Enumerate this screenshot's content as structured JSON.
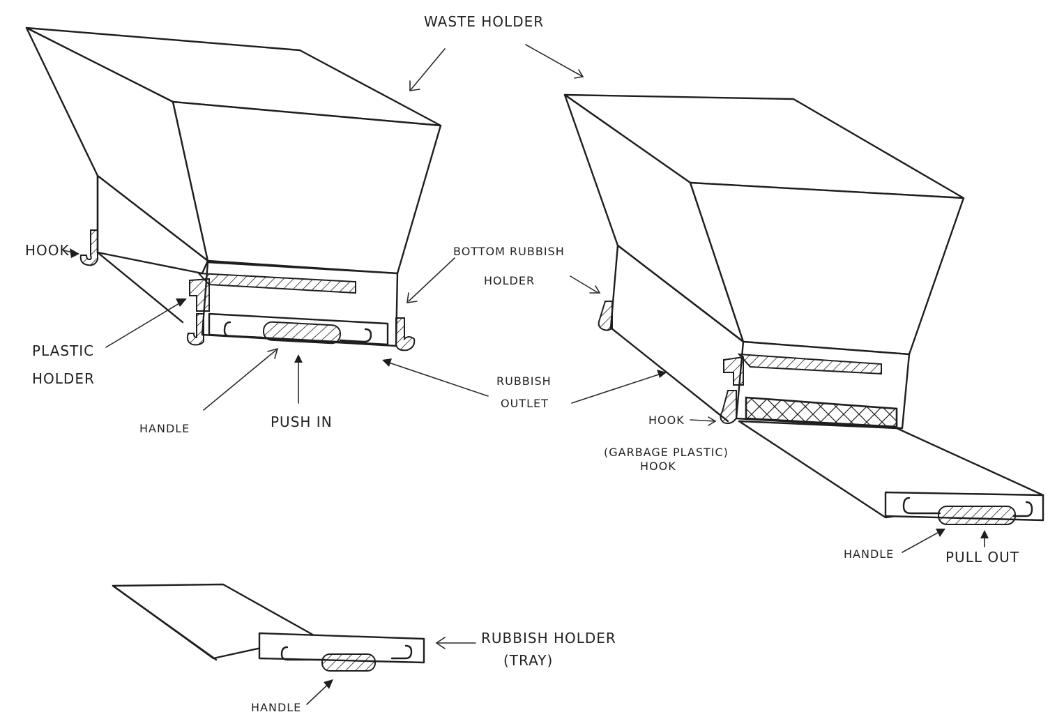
{
  "diagram": {
    "title": "WASTE HOLDER",
    "labels": {
      "waste_holder": "WASTE HOLDER",
      "hook_left": "HOOK",
      "plastic_holder_line1": "PLASTIC",
      "plastic_holder_line2": "HOLDER",
      "handle_left": "HANDLE",
      "push_in": "PUSH IN",
      "bottom_rubbish_holder_line1": "BOTTOM RUBBISH",
      "bottom_rubbish_holder_line2": "HOLDER",
      "rubbish_outlet_line1": "RUBBISH",
      "rubbish_outlet_line2": "OUTLET",
      "hook_right": "HOOK",
      "garbage_plastic_hook_line1": "(GARBAGE PLASTIC)",
      "garbage_plastic_hook_line2": "HOOK",
      "handle_right": "HANDLE",
      "pull_out": "PULL OUT",
      "tray_line1": "RUBBISH HOLDER",
      "tray_line2": "(TRAY)",
      "handle_tray": "HANDLE"
    },
    "views": [
      "waste-holder-closed",
      "waste-holder-open",
      "rubbish-holder-tray"
    ],
    "colors": {
      "ink": "#1e1e1e",
      "paper": "#ffffff"
    }
  }
}
